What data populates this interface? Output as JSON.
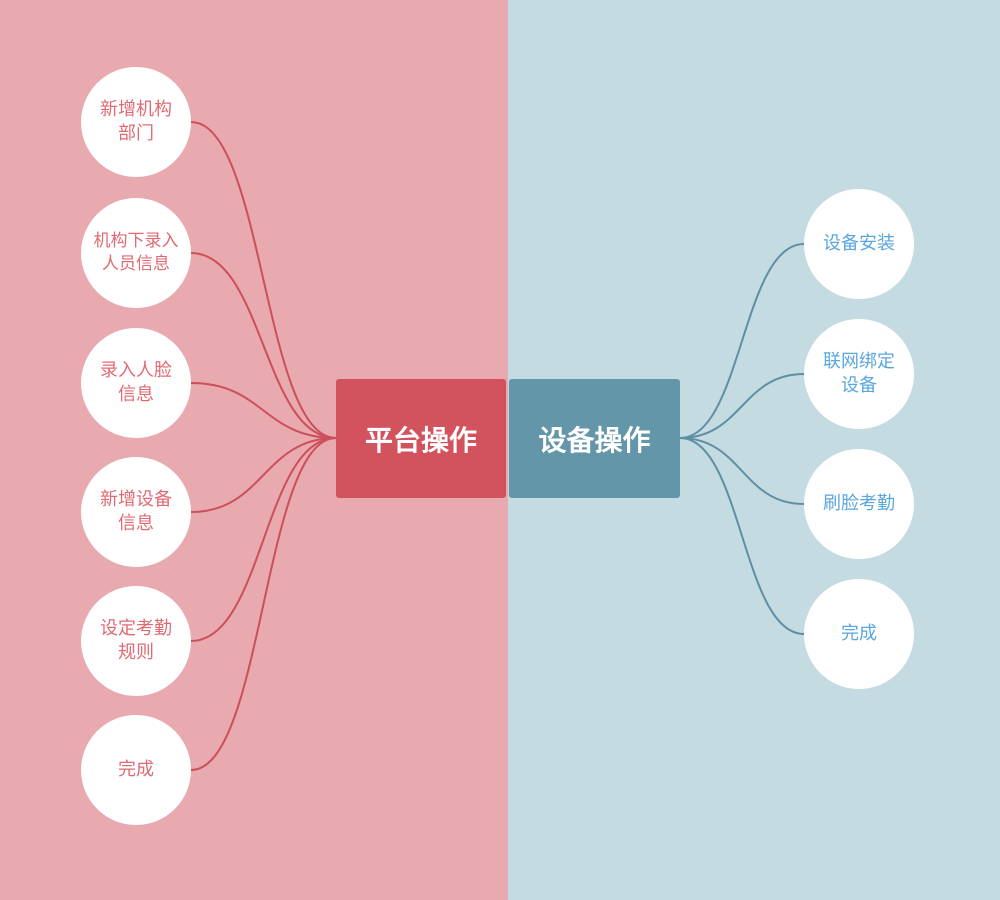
{
  "colors": {
    "left_bg": "#e8a9af",
    "right_bg": "#c4dbe1",
    "left_hub": "#d2525d",
    "right_hub": "#6396a9",
    "left_line": "#cc4f5b",
    "right_line": "#5f8fa3",
    "left_text": "#e06a73",
    "right_text": "#5aa6de"
  },
  "left": {
    "hub_label": "平台操作",
    "nodes": [
      {
        "label": "新增机构\n部门"
      },
      {
        "label": "机构下录入\n人员信息"
      },
      {
        "label": "录入人脸\n信息"
      },
      {
        "label": "新增设备\n信息"
      },
      {
        "label": "设定考勤\n规则"
      },
      {
        "label": "完成"
      }
    ]
  },
  "right": {
    "hub_label": "设备操作",
    "nodes": [
      {
        "label": "设备安装"
      },
      {
        "label": "联网绑定\n设备"
      },
      {
        "label": "刷脸考勤"
      },
      {
        "label": "完成"
      }
    ]
  }
}
